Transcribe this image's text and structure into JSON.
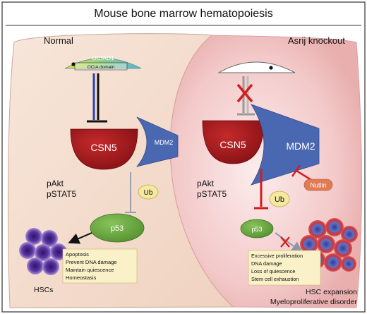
{
  "title": "Mouse bone marrow hematopoiesis",
  "normal": {
    "heading": "Normal",
    "ociad1": "OCIAD1",
    "ocia_domain": "OCIA domain",
    "csn5": "CSN5",
    "mdm2": "MDM2",
    "ub": "Ub",
    "p53": "p53",
    "pakt": "pAkt",
    "pstat5": "pSTAT5",
    "outcomes": [
      "Apoptosis",
      "Prevent DNA damage",
      "Maintain quiescence",
      "Homeostasis"
    ],
    "hscs": "HSCs"
  },
  "knockout": {
    "heading": "Asrij knockout",
    "csn5": "CSN5",
    "mdm2": "MDM2",
    "ub": "Ub",
    "p53": "p53",
    "nutlin": "Nutlin",
    "pakt": "pAkt",
    "pstat5": "pSTAT5",
    "outcomes": [
      "Excessive proliferation",
      "DNA damage",
      "Loss of quiescence",
      "Stem cell exhaustion"
    ],
    "result_line1": "HSC expansion",
    "result_line2": "Myeloproliferative disorder"
  },
  "colors": {
    "csn5": "#a5191c",
    "mdm2": "#4a68b2",
    "p53": "#64a23c",
    "ub": "#f7e8a0",
    "nutlin": "#e07b53",
    "inhibit_red": "#d11d1d",
    "hsc_purple": "#4a2a86",
    "hsc_red": "#c1383d"
  }
}
